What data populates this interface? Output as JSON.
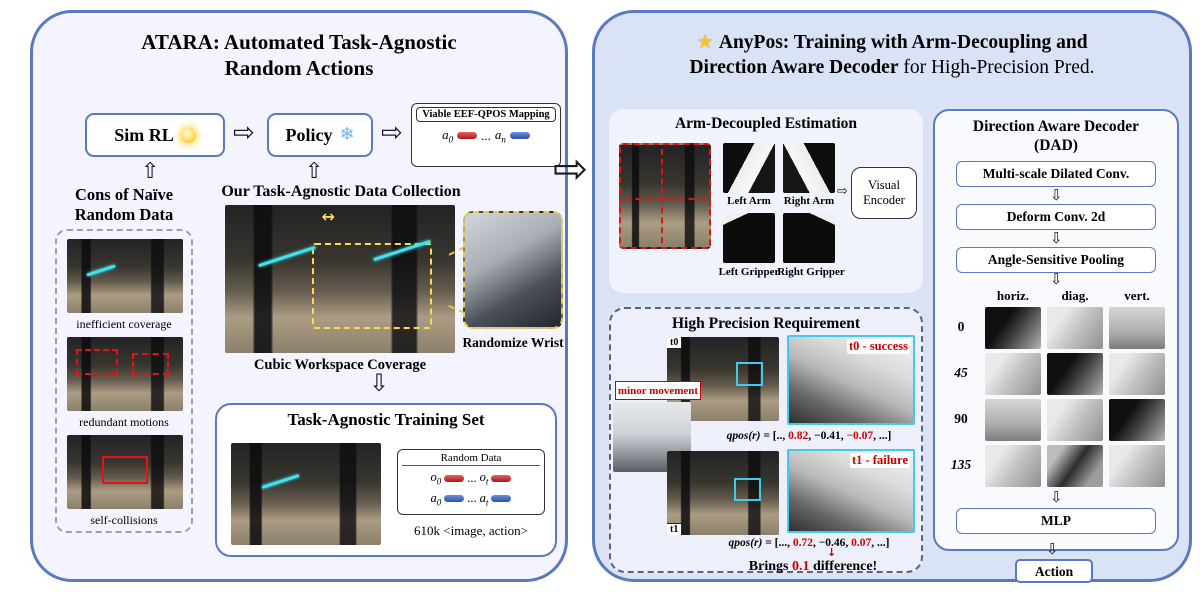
{
  "left": {
    "title1": "ATARA: Automated Task-Agnostic",
    "title2": "Random Actions",
    "sim_rl_label": "Sim RL",
    "policy_label": "Policy",
    "mapping": {
      "title": "Viable EEF-QPOS Mapping",
      "t1": "a",
      "t1sub": "0",
      "dots": "...",
      "t2": "a",
      "t2sub": "n"
    },
    "cons": {
      "title1": "Cons of Naïve",
      "title2": "Random Data",
      "captions": [
        "inefficient coverage",
        "redundant motions",
        "self-collisions"
      ]
    },
    "collection": {
      "title": "Our Task-Agnostic Data Collection",
      "workspace_caption": "Cubic Workspace Coverage",
      "wrist_caption": "Randomize Wrist"
    },
    "training": {
      "title": "Task-Agnostic Training Set",
      "random_data_title": "Random Data",
      "o1": "o",
      "o1sub": "0",
      "o2": "o",
      "o2sub": "t",
      "a1": "a",
      "a1sub": "0",
      "a2": "a",
      "a2sub": "t",
      "dots": "...",
      "caption": "610k <image, action>"
    }
  },
  "right": {
    "title1": "AnyPos: Training with Arm-Decoupling and",
    "title2_bold": "Direction Aware Decoder",
    "title2_rest": " for High-Precision Pred.",
    "arm": {
      "title": "Arm-Decoupled Estimation",
      "labels": [
        "Left Arm",
        "Right Arm",
        "Left Gripper",
        "Right Gripper"
      ],
      "encoder_line1": "Visual",
      "encoder_line2": "Encoder"
    },
    "precision": {
      "title": "High Precision Requirement",
      "t0": "t0",
      "t1": "t1",
      "minor": "minor movement",
      "t0_result": "t0 - success",
      "t1_result": "t1 - failure",
      "eq1": {
        "fn": "qpos(r)",
        "open": " = [..,",
        "v1": "0.82",
        "mid": ", −0.41,",
        "v2": "−0.07",
        "close": ", ...]"
      },
      "eq2": {
        "fn": "qpos(r)",
        "open": " = [...,",
        "v1": "0.72",
        "mid": ", −0.46,",
        "v2": "0.07",
        "close": ", ...]"
      },
      "brings_pre": "Brings ",
      "brings_val": "0.1",
      "brings_post": " difference!"
    },
    "dad": {
      "title1": "Direction Aware Decoder",
      "title2": "(DAD)",
      "blocks": [
        "Multi-scale Dilated Conv.",
        "Deform Conv. 2d",
        "Angle-Sensitive Pooling"
      ],
      "grid_headers": [
        "horiz.",
        "diag.",
        "vert."
      ],
      "grid_rows": [
        "0",
        "45",
        "90",
        "135"
      ],
      "mlp": "MLP",
      "action": "Action"
    }
  }
}
